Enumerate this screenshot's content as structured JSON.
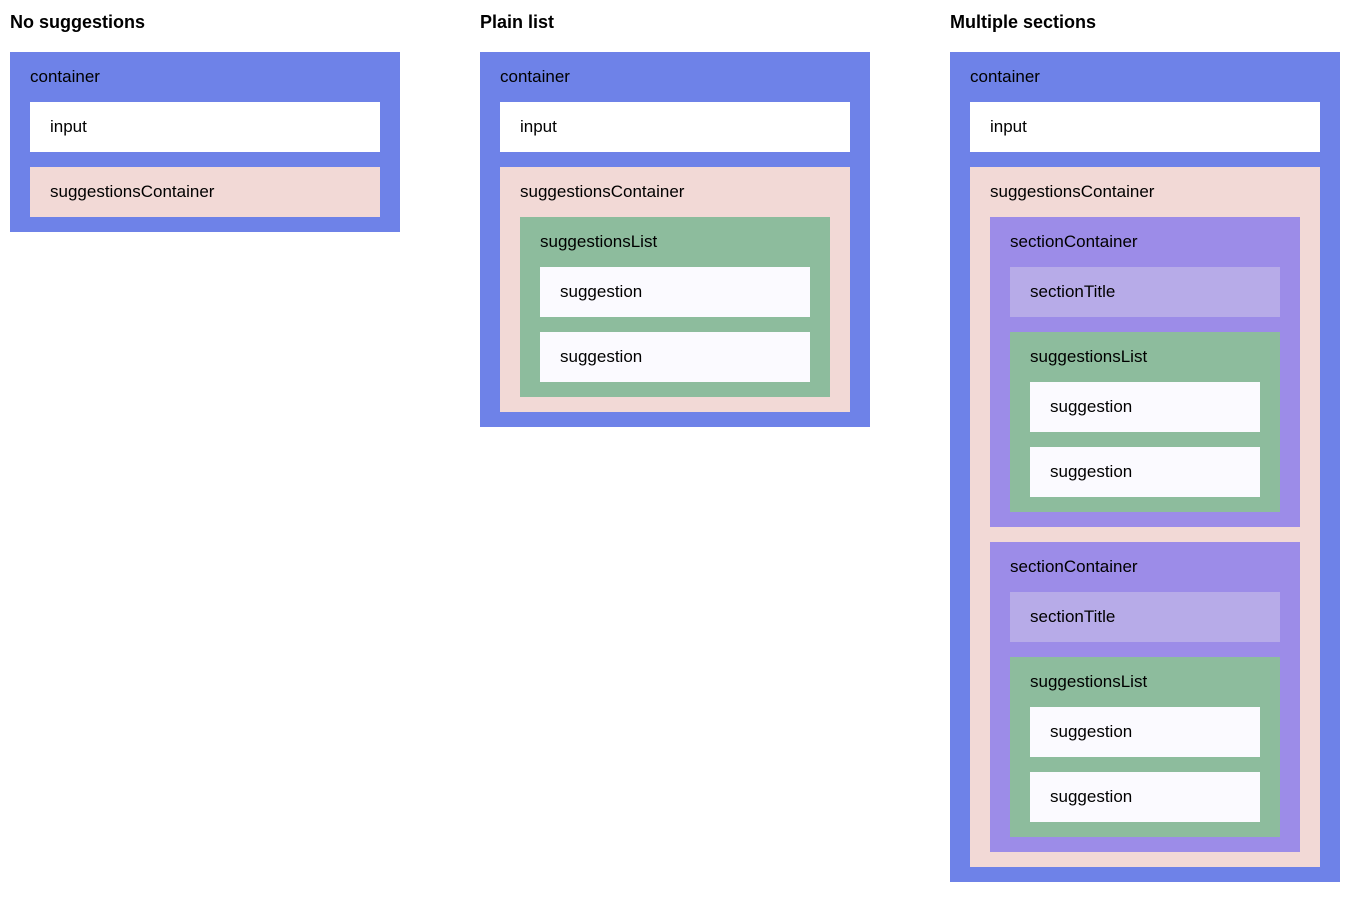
{
  "colors": {
    "container": "#6e82e8",
    "input": "#ffffff",
    "suggestionsContainer": "#f2d9d6",
    "suggestionsList": "#8dbc9d",
    "suggestion": "#fbfaff",
    "sectionContainer": "#9c8ce8",
    "sectionTitle": "#b7abe8"
  },
  "columns": [
    {
      "title": "No suggestions",
      "labels": {
        "container": "container",
        "input": "input",
        "suggestionsContainer": "suggestionsContainer"
      }
    },
    {
      "title": "Plain list",
      "labels": {
        "container": "container",
        "input": "input",
        "suggestionsContainer": "suggestionsContainer",
        "suggestionsList": "suggestionsList",
        "suggestion1": "suggestion",
        "suggestion2": "suggestion"
      }
    },
    {
      "title": "Multiple sections",
      "labels": {
        "container": "container",
        "input": "input",
        "suggestionsContainer": "suggestionsContainer",
        "sections": [
          {
            "sectionContainer": "sectionContainer",
            "sectionTitle": "sectionTitle",
            "suggestionsList": "suggestionsList",
            "suggestion1": "suggestion",
            "suggestion2": "suggestion"
          },
          {
            "sectionContainer": "sectionContainer",
            "sectionTitle": "sectionTitle",
            "suggestionsList": "suggestionsList",
            "suggestion1": "suggestion",
            "suggestion2": "suggestion"
          }
        ]
      }
    }
  ]
}
